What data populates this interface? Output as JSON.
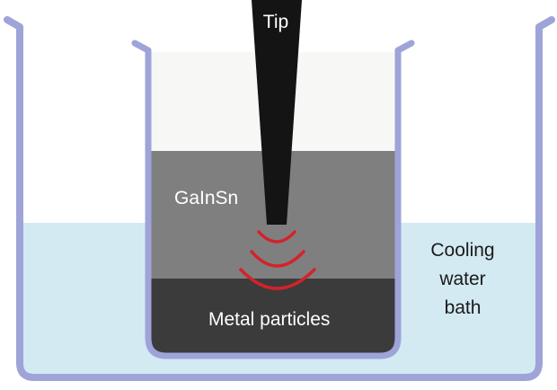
{
  "labels": {
    "tip": "Tip",
    "galinsn": "GaInSn",
    "metal_particles": "Metal particles",
    "cooling_line1": "Cooling",
    "cooling_line2": "water",
    "cooling_line3": "bath"
  },
  "colors": {
    "outer_bath_stroke": "#9ea4d8",
    "water": "#d3eaf3",
    "beaker_stroke": "#9ea4d8",
    "beaker_top_fill": "#f7f8f6",
    "galinsn_layer": "#7f7f7f",
    "metal_particle_layer": "#3b3b3c",
    "tip": "#141414",
    "waves": "#d4222a",
    "label_light": "#ffffff",
    "label_dark": "#1a1a1a"
  }
}
